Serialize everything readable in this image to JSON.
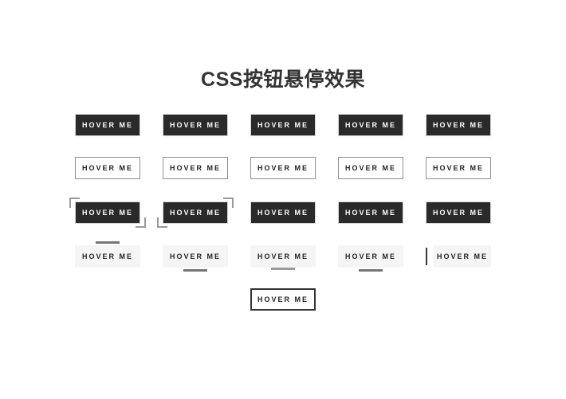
{
  "page": {
    "title": "CSS按钮悬停效果",
    "background": "#ffffff"
  },
  "theme": {
    "dark_button_bg": "#2a2a2a",
    "dark_button_text": "#ffffff",
    "outline_border": "#8f8f8f",
    "light_button_bg": "#f5f5f5",
    "button_text_dark": "#222222",
    "bracket_color": "#999999",
    "accent_line_color": "#757575",
    "framed_border": "#333333",
    "title_color": "#333333"
  },
  "rows": [
    {
      "buttons": [
        {
          "label": "HOVER ME"
        },
        {
          "label": "HOVER ME"
        },
        {
          "label": "HOVER ME"
        },
        {
          "label": "HOVER ME"
        },
        {
          "label": "HOVER ME"
        }
      ]
    },
    {
      "buttons": [
        {
          "label": "HOVER ME"
        },
        {
          "label": "HOVER ME"
        },
        {
          "label": "HOVER ME"
        },
        {
          "label": "HOVER ME"
        },
        {
          "label": "HOVER ME"
        }
      ]
    },
    {
      "buttons": [
        {
          "label": "HOVER ME"
        },
        {
          "label": "HOVER ME"
        },
        {
          "label": "HOVER ME"
        },
        {
          "label": "HOVER ME"
        },
        {
          "label": "HOVER ME"
        }
      ]
    },
    {
      "buttons": [
        {
          "label": "HOVER ME"
        },
        {
          "label": "HOVER ME"
        },
        {
          "label": "HOVER ME"
        },
        {
          "label": "HOVER ME"
        },
        {
          "label": "HOVER ME"
        }
      ]
    },
    {
      "buttons": [
        {
          "label": "HOVER ME"
        }
      ]
    }
  ]
}
